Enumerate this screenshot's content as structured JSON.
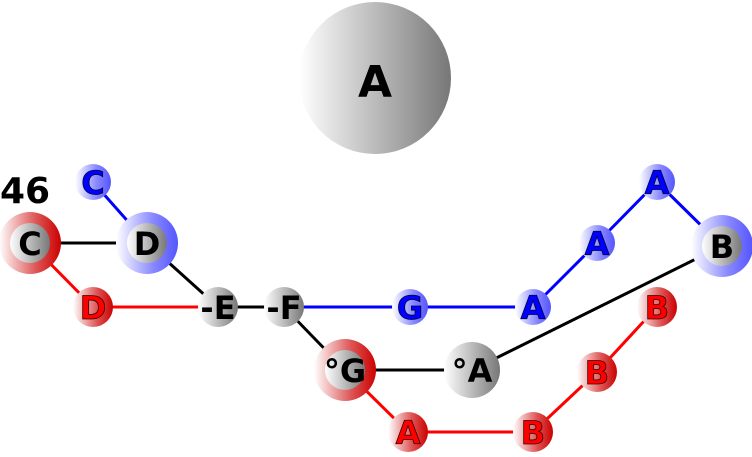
{
  "title_node": "A",
  "number_label": "46",
  "colors": {
    "blue": "#0000ff",
    "red": "#ff0000",
    "black": "#000000",
    "blue_halo": "#6666ff",
    "red_halo": "#cc0000",
    "gray": "#808080"
  },
  "nodes": [
    {
      "id": "b1",
      "label": "C",
      "kind": "blue"
    },
    {
      "id": "b2",
      "label": "D",
      "kind": "blue-gray"
    },
    {
      "id": "e",
      "label": "-E",
      "kind": "gray"
    },
    {
      "id": "f",
      "label": "-F",
      "kind": "gray"
    },
    {
      "id": "b3",
      "label": "G",
      "kind": "blue"
    },
    {
      "id": "b4",
      "label": "A",
      "kind": "blue"
    },
    {
      "id": "b5",
      "label": "A",
      "kind": "blue"
    },
    {
      "id": "b6",
      "label": "A",
      "kind": "blue"
    },
    {
      "id": "b7",
      "label": "B",
      "kind": "blue-gray"
    },
    {
      "id": "r1",
      "label": "C",
      "kind": "red-gray"
    },
    {
      "id": "r2",
      "label": "D",
      "kind": "red"
    },
    {
      "id": "r3",
      "label": "°G",
      "kind": "red-gray"
    },
    {
      "id": "r4",
      "label": "A",
      "kind": "red"
    },
    {
      "id": "r5",
      "label": "B",
      "kind": "red"
    },
    {
      "id": "r6",
      "label": "B",
      "kind": "red"
    },
    {
      "id": "r7",
      "label": "B",
      "kind": "red"
    },
    {
      "id": "g1",
      "label": "°A",
      "kind": "gray"
    }
  ],
  "edges": [
    {
      "from": "b1",
      "to": "b2",
      "color": "blue"
    },
    {
      "from": "f",
      "to": "b3",
      "color": "blue"
    },
    {
      "from": "b3",
      "to": "b4",
      "color": "blue"
    },
    {
      "from": "b4",
      "to": "b5",
      "color": "blue"
    },
    {
      "from": "b5",
      "to": "b6",
      "color": "blue"
    },
    {
      "from": "b6",
      "to": "b7",
      "color": "blue"
    },
    {
      "from": "r1",
      "to": "r2",
      "color": "red"
    },
    {
      "from": "r2",
      "to": "e",
      "color": "red"
    },
    {
      "from": "r3",
      "to": "r4",
      "color": "red"
    },
    {
      "from": "r4",
      "to": "r5",
      "color": "red"
    },
    {
      "from": "r5",
      "to": "r6",
      "color": "red"
    },
    {
      "from": "r6",
      "to": "r7",
      "color": "red"
    },
    {
      "from": "r1",
      "to": "b2",
      "color": "black"
    },
    {
      "from": "b2",
      "to": "e",
      "color": "black"
    },
    {
      "from": "e",
      "to": "f",
      "color": "black"
    },
    {
      "from": "f",
      "to": "r3",
      "color": "black"
    },
    {
      "from": "r3",
      "to": "g1",
      "color": "black"
    },
    {
      "from": "g1",
      "to": "b7",
      "color": "black"
    }
  ]
}
